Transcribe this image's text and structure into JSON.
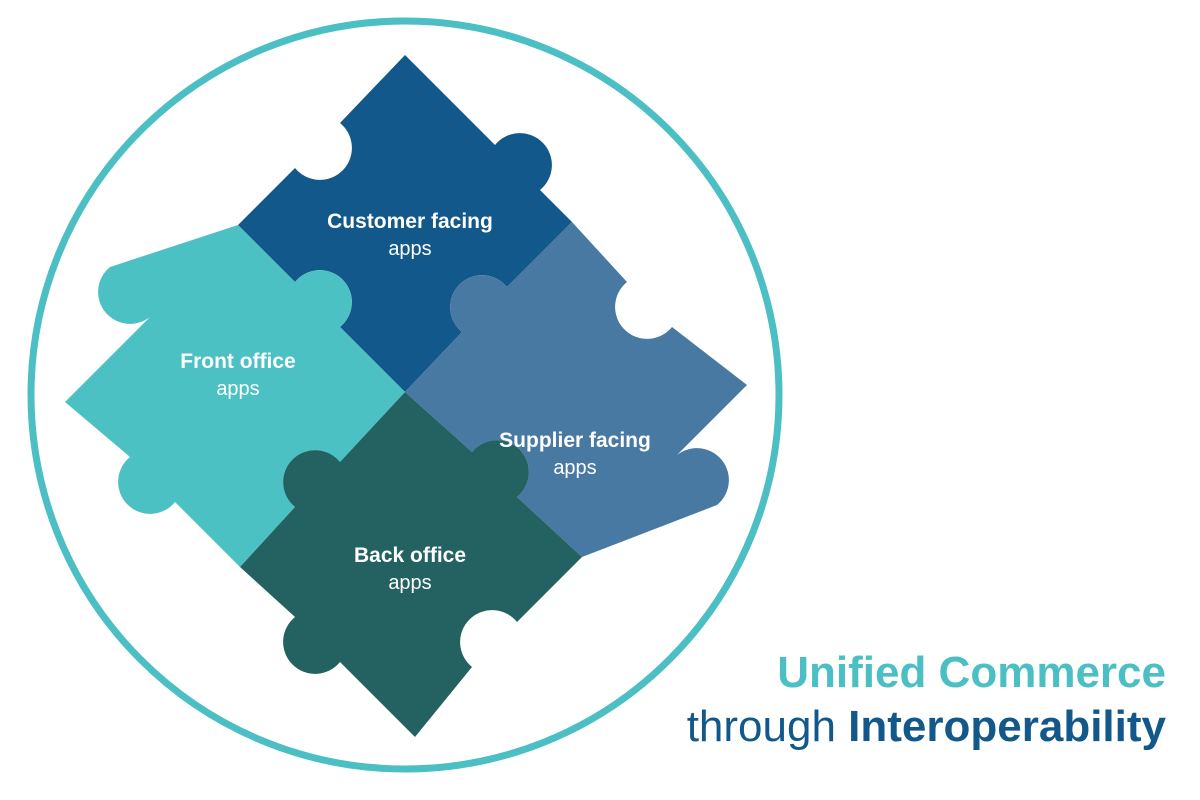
{
  "colors": {
    "circle": "#4bbfc4",
    "customer": "#12588a",
    "supplier": "#4879a3",
    "front": "#4bc1c3",
    "back": "#246262",
    "tagline_line1": "#4bbfc4",
    "tagline_line2": "#12588a"
  },
  "pieces": {
    "customer": {
      "title": "Customer facing",
      "sub": "apps"
    },
    "front": {
      "title": "Front office",
      "sub": "apps"
    },
    "supplier": {
      "title": "Supplier facing",
      "sub": "apps"
    },
    "back": {
      "title": "Back office",
      "sub": "apps"
    }
  },
  "tagline": {
    "line1": "Unified Commerce",
    "line2_light": "through ",
    "line2_bold": "Interoperability"
  }
}
